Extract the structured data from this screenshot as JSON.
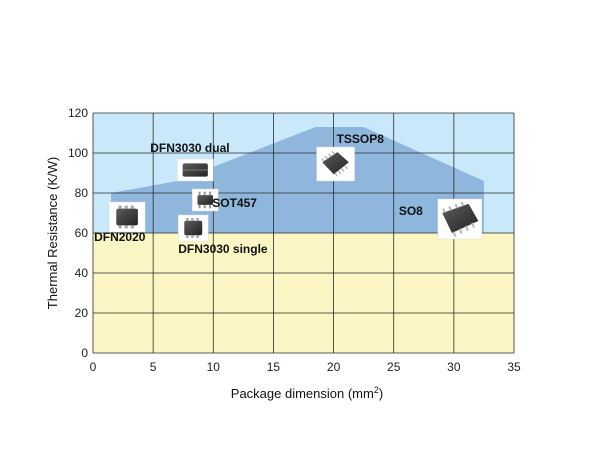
{
  "chart_data": {
    "type": "area",
    "xlabel_main": "Package dimension (mm",
    "xlabel_sup": "2",
    "xlabel_close": ")",
    "ylabel": "Thermal Resistance (K/W)",
    "xlim": [
      0,
      35
    ],
    "ylim": [
      0,
      120
    ],
    "xticks": [
      "0",
      "5",
      "10",
      "15",
      "20",
      "25",
      "30",
      "35"
    ],
    "yticks": [
      "0",
      "20",
      "40",
      "60",
      "80",
      "100",
      "120"
    ],
    "grid": true,
    "regions": {
      "upper_band": {
        "from": 60,
        "to": 120,
        "color": "#c9e9fb"
      },
      "lower_band": {
        "from": 0,
        "to": 60,
        "color": "#fbf6c4"
      },
      "envelope_color": "#8fb6dc",
      "envelope": [
        [
          1.5,
          60
        ],
        [
          1.5,
          80
        ],
        [
          7,
          86
        ],
        [
          18.5,
          113
        ],
        [
          22.5,
          113
        ],
        [
          32.5,
          86
        ],
        [
          32.5,
          60
        ]
      ]
    },
    "packages": [
      {
        "name": "DFN2020",
        "x": 3,
        "y": 68
      },
      {
        "name": "DFN3030 dual",
        "x": 8.5,
        "y": 93
      },
      {
        "name": "SOT457",
        "x": 9.5,
        "y": 78
      },
      {
        "name": "DFN3030 single",
        "x": 8.5,
        "y": 63
      },
      {
        "name": "TSSOP8",
        "x": 20,
        "y": 97
      },
      {
        "name": "SO8",
        "x": 30,
        "y": 67
      }
    ]
  }
}
